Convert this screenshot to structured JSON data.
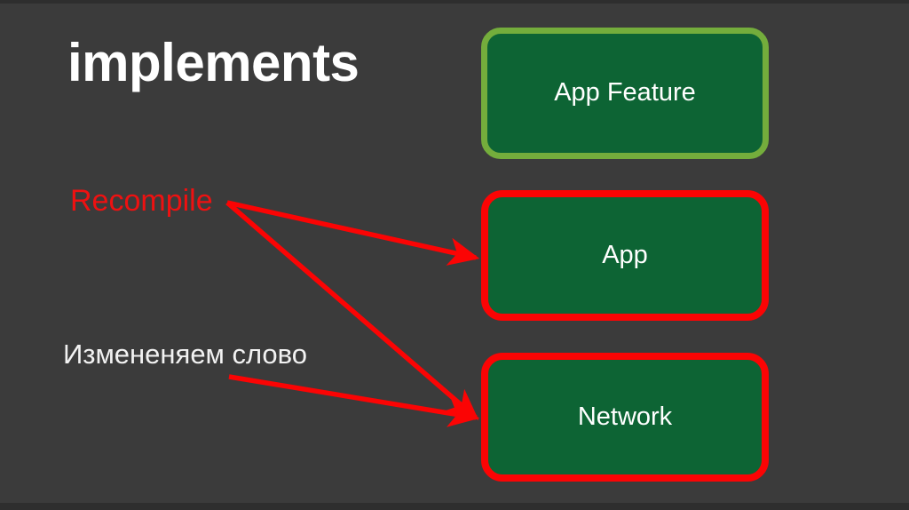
{
  "slide": {
    "title": "implements",
    "background_color": "#3b3b3b"
  },
  "annotations": [
    {
      "id": "recompile",
      "text": "Recompile",
      "color": "#ee1111"
    },
    {
      "id": "change-word",
      "text": "Измененяем слово",
      "color": "#f2f2f2"
    }
  ],
  "boxes": [
    {
      "id": "app-feature",
      "label": "App Feature",
      "fill_color": "#0d6434",
      "border_color": "#74ad3c"
    },
    {
      "id": "app",
      "label": "App",
      "fill_color": "#0d6434",
      "border_color": "#fb0404"
    },
    {
      "id": "network",
      "label": "Network",
      "fill_color": "#0d6434",
      "border_color": "#fb0404"
    }
  ],
  "arrows": [
    {
      "id": "recompile-to-app",
      "from": "recompile",
      "to": "app",
      "color": "#fb0404"
    },
    {
      "id": "recompile-to-network",
      "from": "recompile",
      "to": "network",
      "color": "#fb0404"
    },
    {
      "id": "change-word-to-network",
      "from": "change-word",
      "to": "network",
      "color": "#fb0404"
    }
  ]
}
